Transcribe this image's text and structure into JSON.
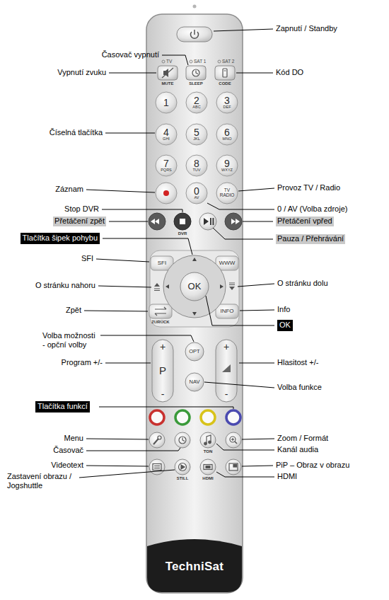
{
  "diagram": {
    "nodes": [
      {
        "text": [
          "TechniSat"
        ]
      },
      {
        "text": [
          "MUTE"
        ],
        "in": 0
      },
      {
        "text": [
          "SLEEP"
        ],
        "in": 0
      },
      {
        "text": [
          "CODE"
        ],
        "in": 0
      },
      {
        "text": [
          "1"
        ],
        "in": 0
      },
      {
        "text": [
          "2",
          "ABC"
        ],
        "in": 0
      },
      {
        "text": [
          "3",
          "DEF"
        ],
        "in": 0
      },
      {
        "text": [
          "4",
          "GHI"
        ],
        "in": 0
      },
      {
        "text": [
          "5",
          "JKL"
        ],
        "in": 0
      },
      {
        "text": [
          "6",
          "MNO"
        ],
        "in": 0
      },
      {
        "text": [
          "7",
          "PQRS"
        ],
        "in": 0
      },
      {
        "text": [
          "8",
          "TUV"
        ],
        "in": 0
      },
      {
        "text": [
          "9",
          "WXYZ"
        ],
        "in": 0
      },
      {
        "text": [
          "0",
          "AV"
        ],
        "in": 0
      },
      {
        "text": [
          "TV RADIO"
        ],
        "in": 0
      },
      {
        "text": [
          "DVR"
        ],
        "in": 0
      },
      {
        "text": [
          "SFI"
        ],
        "in": 0
      },
      {
        "text": [
          "WWW"
        ],
        "in": 0
      },
      {
        "text": [
          "ZURÜCK"
        ],
        "in": 0
      },
      {
        "text": [
          "OK"
        ],
        "in": 0
      },
      {
        "text": [
          "INFO"
        ],
        "in": 0
      },
      {
        "text": [
          "OPT"
        ],
        "in": 0
      },
      {
        "text": [
          "+",
          "P",
          "-"
        ],
        "in": 0
      },
      {
        "text": [
          "+",
          "-"
        ],
        "in": 0
      },
      {
        "text": [
          "NAV"
        ],
        "in": 0
      },
      {
        "text": [
          "TON"
        ],
        "in": 0
      },
      {
        "text": [
          "STILL"
        ],
        "in": 0
      },
      {
        "text": [
          "HDMI"
        ],
        "in": 0
      }
    ],
    "labels": [
      "Zapnutí / Standby",
      "Časovač vypnutí",
      "Vypnutí zvuku",
      "Kód DO",
      "Číselná tlačítka",
      "Záznam",
      "Provoz TV / Radio",
      "Stop DVR",
      "0 / AV (Volba zdroje)",
      "Přetáčení zpět",
      "Přetáčení vpřed",
      "Tlačítka šipek pohybu",
      "Pauza / Přehrávání",
      "SFI",
      "O stránku nahoru",
      "O stránku dolu",
      "Zpět",
      "Info",
      "OK",
      "Volba možnosti - opční volby",
      "Program +/-",
      "Hlasitost +/-",
      "Volba funkce",
      "Tlačítka funkcí",
      "Menu",
      "Časovač",
      "Zoom / Formát",
      "Kanál audia",
      "Videotext",
      "Zastavení obrazu / Jogshuttle",
      "PiP – Obraz v obrazu",
      "HDMI",
      "TV",
      "SAT 1",
      "SAT 2"
    ]
  }
}
